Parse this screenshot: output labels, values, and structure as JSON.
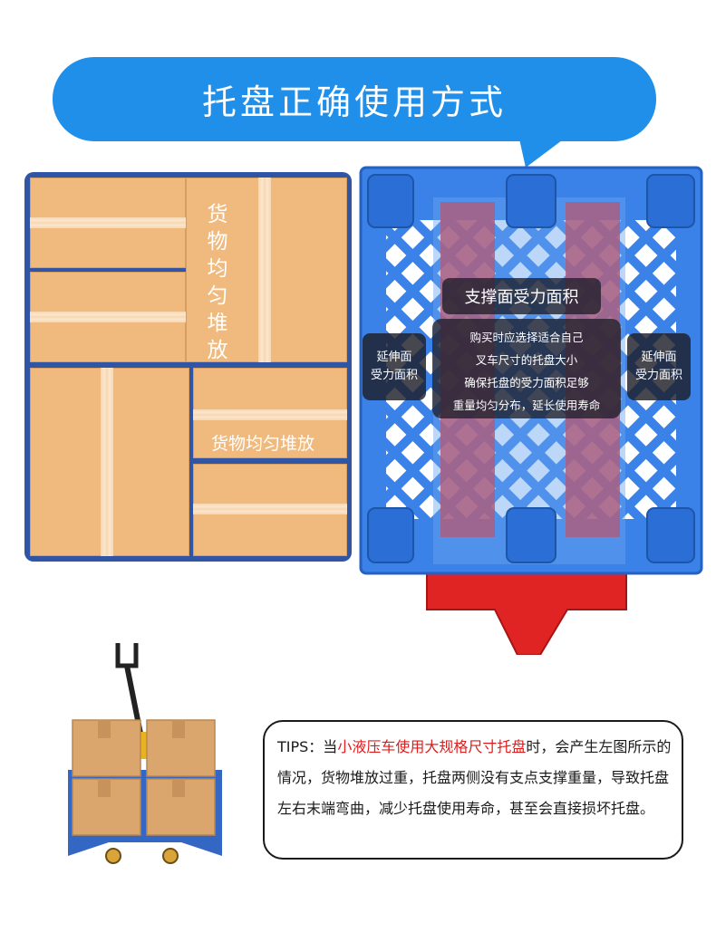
{
  "title": "托盘正确使用方式",
  "stacking": {
    "label_vertical": "货物均匀堆放",
    "label_horizontal": "货物均匀堆放"
  },
  "pallet": {
    "support_title": "支撑面受力面积",
    "support_lines": [
      "购买时应选择适合自己",
      "叉车尺寸的托盘大小",
      "确保托盘的受力面积足够",
      "重量均匀分布，延长使用寿命"
    ],
    "extension_left": [
      "延伸面",
      "受力面积"
    ],
    "extension_right": [
      "延伸面",
      "受力面积"
    ]
  },
  "tips": {
    "prefix": "TIPS：当",
    "highlight": "小液压车使用大规格尺寸托盘",
    "suffix": "时，会产生左图所示的情况，货物堆放过重，托盘两侧没有支点支撑重量，导致托盘左右末端弯曲，减少托盘使用寿命，甚至会直接损坏托盘。"
  },
  "colors": {
    "title_bubble": "#1f8fea",
    "pallet_blue": "#3b82e8",
    "fork_red": "#e02424",
    "carton": "#f0b97d",
    "tips_highlight": "#e11b1b"
  }
}
